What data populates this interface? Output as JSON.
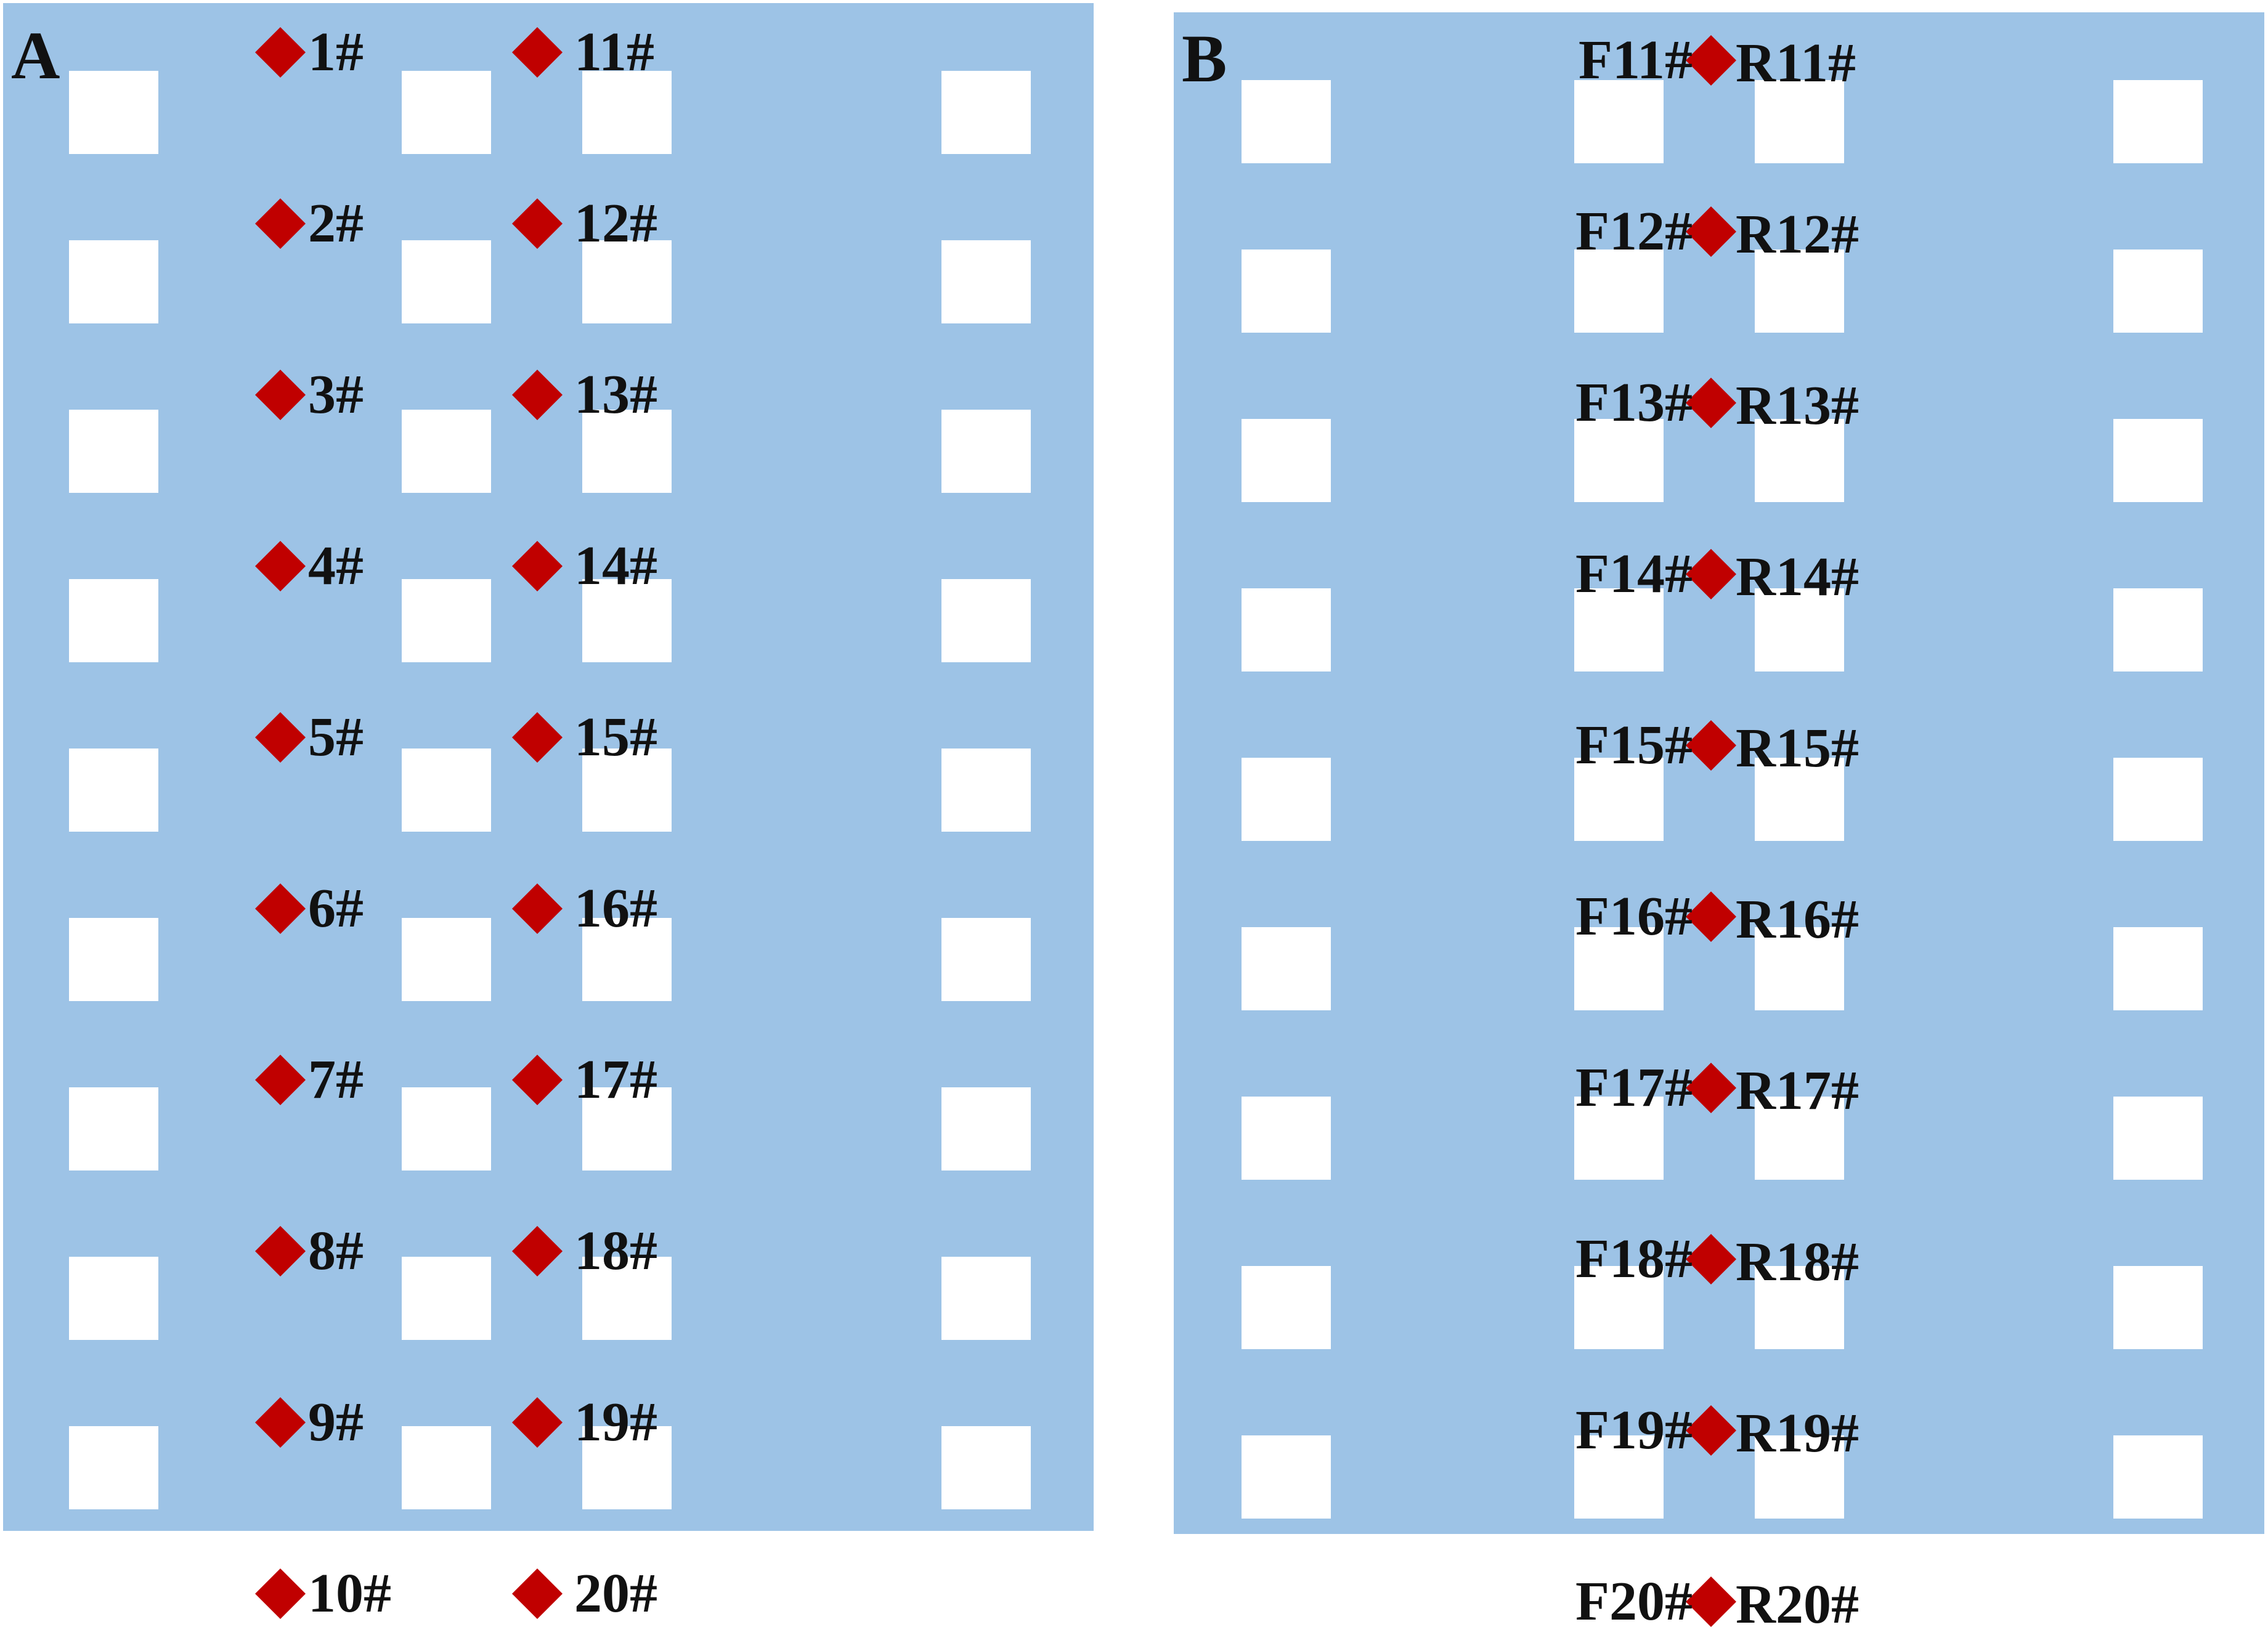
{
  "colors": {
    "floor": "#9dc3e6",
    "pillar": "#ffffff",
    "marker": "#c00000",
    "text": "#111111"
  },
  "icons": {
    "marker": "red-diamond-marker-icon"
  },
  "panelA": {
    "letter": "A",
    "left_labels": [
      "1#",
      "2#",
      "3#",
      "4#",
      "5#",
      "6#",
      "7#",
      "8#",
      "9#",
      "10#"
    ],
    "right_labels": [
      "11#",
      "12#",
      "13#",
      "14#",
      "15#",
      "16#",
      "17#",
      "18#",
      "19#",
      "20#"
    ]
  },
  "panelB": {
    "letter": "B",
    "left_labels": [
      "F11#",
      "F12#",
      "F13#",
      "F14#",
      "F15#",
      "F16#",
      "F17#",
      "F18#",
      "F19#",
      "F20#"
    ],
    "right_labels": [
      "R11#",
      "R12#",
      "R13#",
      "R14#",
      "R15#",
      "R16#",
      "R17#",
      "R18#",
      "R19#",
      "R20#"
    ]
  }
}
